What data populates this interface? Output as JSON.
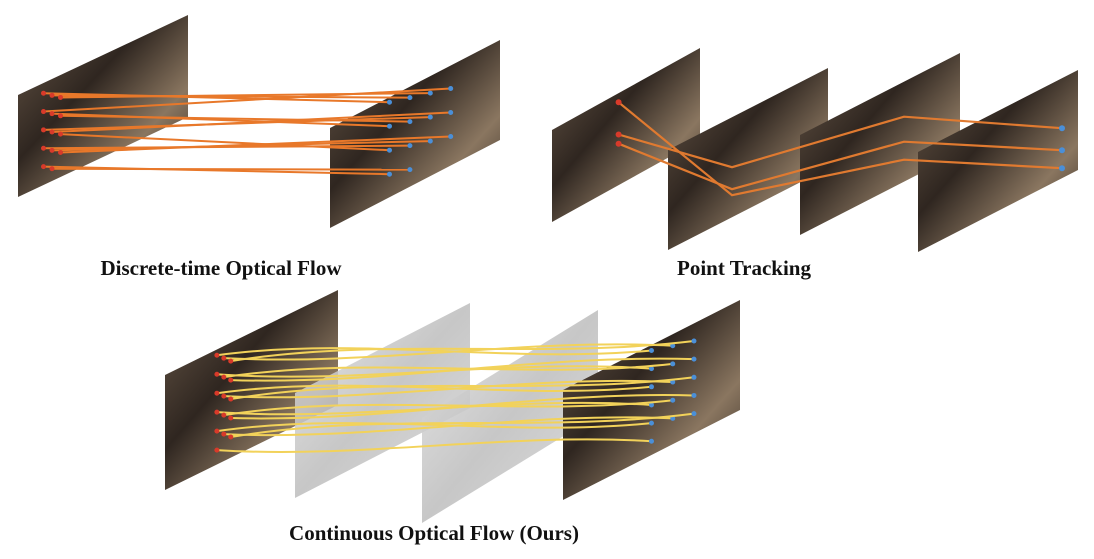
{
  "panels": {
    "discrete": {
      "caption": "Discrete-time Optical Flow",
      "line_color": "#e8782a"
    },
    "tracking": {
      "caption": "Point Tracking",
      "line_color": "#e07a30"
    },
    "continuous": {
      "caption": "Continuous Optical Flow (Ours)",
      "line_color": "#f2d25a"
    }
  },
  "colors": {
    "frame_dark": "#3a2e26",
    "frame_light": "#b7a48c",
    "frame_gray": "#c8c8c8",
    "start_point": "#d83a2a",
    "end_point": "#4a8fd8"
  }
}
